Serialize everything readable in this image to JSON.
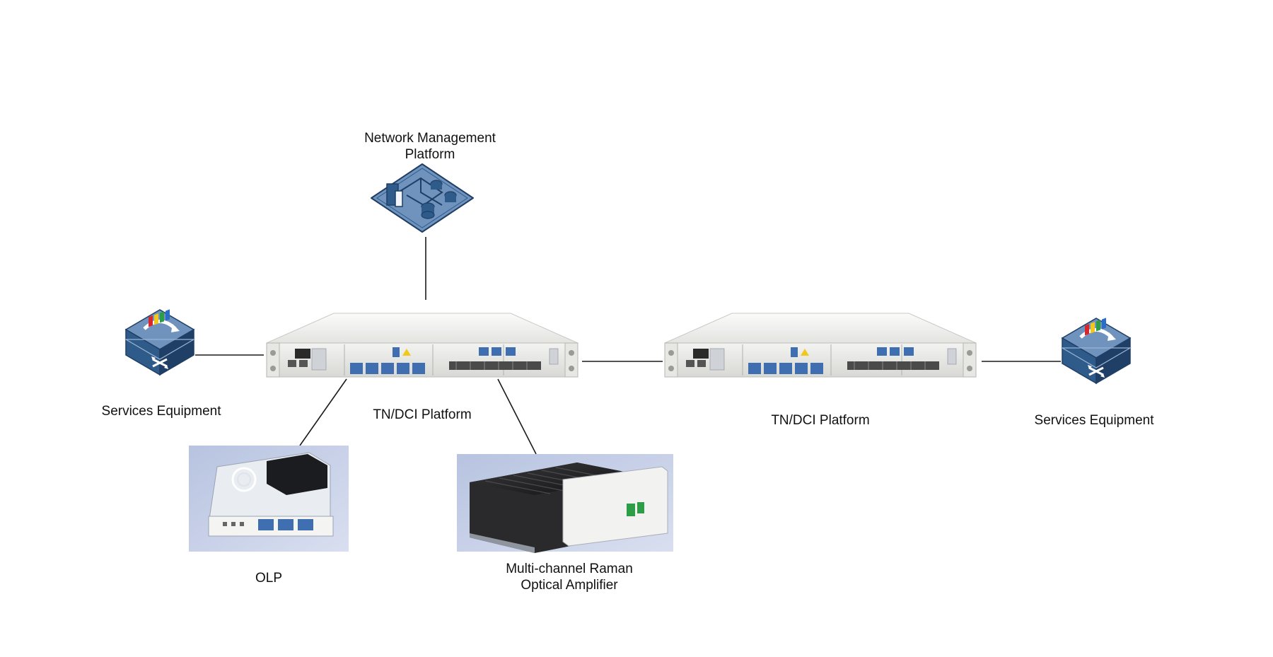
{
  "colors": {
    "connector": "#1a1a1a",
    "icon_blue": "#2f5b8a",
    "icon_blue_light": "#6f93bd",
    "icon_blue_dark": "#1f3f66",
    "chassis": "#e9e9e7",
    "photo_bg": "#c6cfe6",
    "port_blue": "#3f6fb1"
  },
  "icons": {
    "nms": "network-management-icon",
    "switch": "services-switch-icon",
    "chassis": "tn-dci-chassis",
    "olp": "olp-module",
    "raman": "raman-amplifier-module"
  },
  "nodes": {
    "nms": {
      "line1": "Network Management",
      "line2": "Platform"
    },
    "services_left": {
      "label": "Services Equipment"
    },
    "services_right": {
      "label": "Services Equipment"
    },
    "platform_left": {
      "label": "TN/DCI Platform"
    },
    "platform_right": {
      "label": "TN/DCI Platform"
    },
    "olp": {
      "label": "OLP"
    },
    "raman": {
      "line1": "Multi-channel Raman",
      "line2": "Optical Amplifier"
    }
  }
}
